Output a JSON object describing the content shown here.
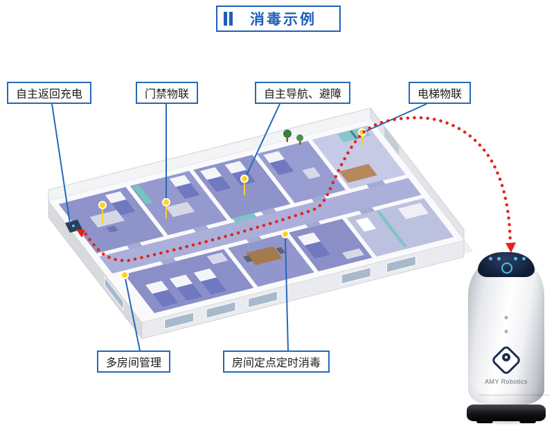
{
  "title": {
    "text": "消毒示例"
  },
  "callouts": {
    "auto_return_charge": "自主返回充电",
    "door_access_iot": "门禁物联",
    "auto_nav_obstacle": "自主导航、避障",
    "elevator_iot": "电梯物联",
    "multi_room_mgmt": "多房间管理",
    "room_scheduled_disinfect": "房间定点定时消毒"
  },
  "robot": {
    "brand": "AMY Robotics"
  },
  "colors": {
    "accent_blue": "#2468b8",
    "path_red": "#e2231a",
    "marker_yellow": "#ffd21f",
    "floor_purple": "#8e93c9"
  }
}
